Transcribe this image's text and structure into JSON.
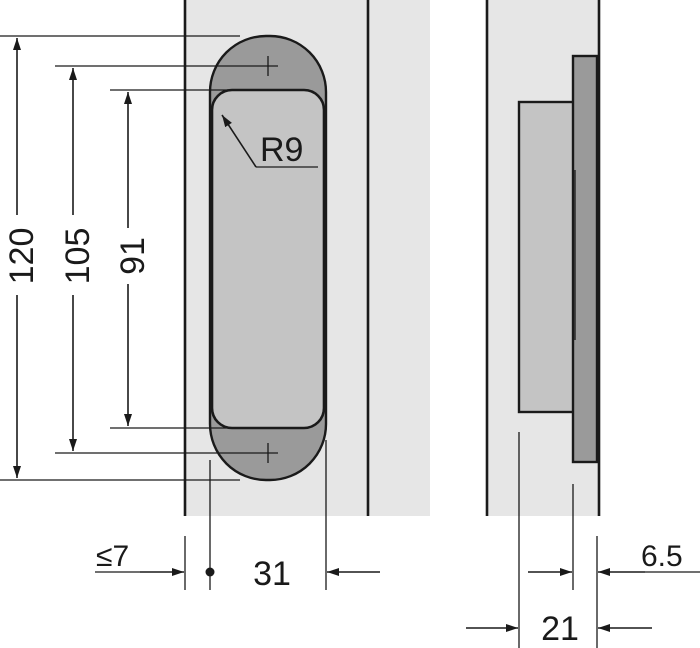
{
  "dimensions": {
    "overall_length": "120",
    "screw_spacing": "105",
    "body_length": "91",
    "corner_radius": "R9",
    "edge_distance": "≤7",
    "width": "31",
    "depth": "21",
    "plate_thickness": "6.5"
  },
  "colors": {
    "door_panel": "#e6e6e6",
    "hinge_plate": "#9a9a9a",
    "hinge_body": "#c4c4c4",
    "line": "#1a1a1a"
  }
}
